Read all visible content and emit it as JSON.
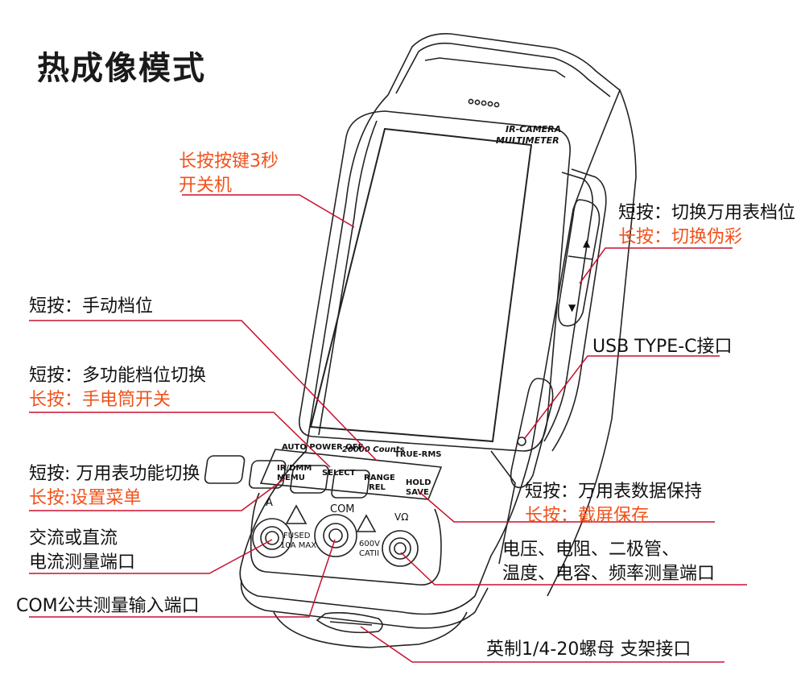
{
  "title": "热成像模式",
  "device": {
    "brand_line1": "IR-CAMERA",
    "brand_line2": "MULTIMETER",
    "strip_auto": "AUTO POWER OFF",
    "strip_counts": "20000 Counts",
    "strip_rms": "TRUE-RMS",
    "btn1_top": "IR/DMM",
    "btn1_bottom": "MEMU",
    "btn2_top": "SELECT",
    "btn3_top": "RANGE",
    "btn3_bottom": "REL",
    "btn4_top": "HOLD",
    "btn4_bottom": "SAVE",
    "port_a": "A",
    "port_com": "COM",
    "port_v": "VΩ",
    "fused": "FUSED",
    "max": "10A MAX",
    "volt": "600V",
    "cat": "CATII",
    "up_arrow": "▲",
    "down_arrow": "▼"
  },
  "callouts": {
    "power": {
      "line1": "长按按键3秒",
      "line2": "开关机"
    },
    "switch": {
      "short": "短按：切换万用表档位",
      "long": "长按：切换伪彩"
    },
    "manual": {
      "short": "短按：手动档位"
    },
    "multi": {
      "short": "短按：多功能档位切换",
      "long": "长按：手电筒开关"
    },
    "func": {
      "short": "短按: 万用表功能切换",
      "long": "长按:设置菜单"
    },
    "usb": {
      "text": "USB TYPE-C接口"
    },
    "hold": {
      "short": "短按：万用表数据保持",
      "long": "长按：截屏保存"
    },
    "current": {
      "line1": "交流或直流",
      "line2": "电流测量端口"
    },
    "voltage": {
      "line1": "电压、电阻、二极管、",
      "line2": "温度、电容、频率测量端口"
    },
    "com": {
      "text": "COM公共测量输入端口"
    },
    "tripod": {
      "text": "英制1/4-20螺母  支架接口"
    }
  },
  "colors": {
    "accent": "#f0521c",
    "leader": "#c8102e",
    "outline": "#222222"
  }
}
